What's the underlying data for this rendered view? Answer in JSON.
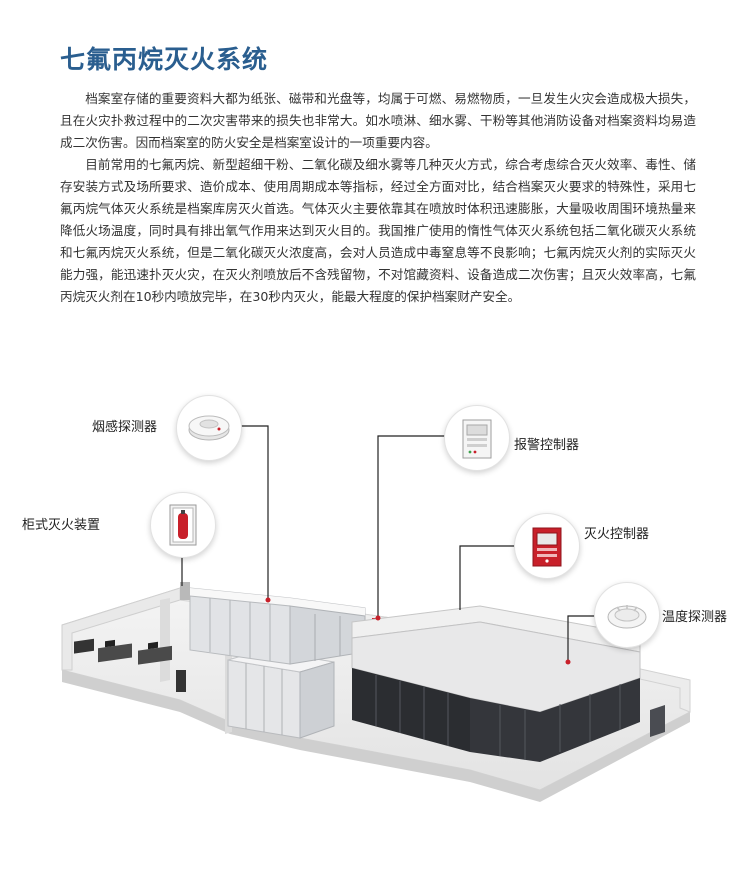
{
  "page": {
    "title": "七氟丙烷灭火系统",
    "paragraphs": [
      "档案室存储的重要资料大都为纸张、磁带和光盘等，均属于可燃、易燃物质，一旦发生火灾会造成极大损失，且在火灾扑救过程中的二次灾害带来的损失也非常大。如水喷淋、细水雾、干粉等其他消防设备对档案资料均易造成二次伤害。因而档案室的防火安全是档案室设计的一项重要内容。",
      "目前常用的七氟丙烷、新型超细干粉、二氧化碳及细水雾等几种灭火方式，综合考虑综合灭火效率、毒性、储存安装方式及场所要求、造价成本、使用周期成本等指标，经过全方面对比，结合档案灭火要求的特殊性，采用七氟丙烷气体灭火系统是档案库房灭火首选。气体灭火主要依靠其在喷放时体积迅速膨胀，大量吸收周围环境热量来降低火场温度，同时具有排出氧气作用来达到灭火目的。我国推广使用的惰性气体灭火系统包括二氧化碳灭火系统和七氟丙烷灭火系统，但是二氧化碳灭火浓度高，会对人员造成中毒窒息等不良影响；七氟丙烷灭火剂的实际灭火能力强，能迅速扑灭火灾，在灭火剂喷放后不含残留物，不对馆藏资料、设备造成二次伤害；且灭火效率高，七氟丙烷灭火剂在10秒内喷放完毕，在30秒内灭火，能最大程度的保护档案财产安全。"
    ]
  },
  "diagram": {
    "labels": {
      "smoke_detector": "烟感探测器",
      "cabinet_extinguisher": "柜式灭火装置",
      "alarm_controller": "报警控制器",
      "fire_controller": "灭火控制器",
      "temperature_detector": "温度探测器"
    },
    "colors": {
      "line": "#222222",
      "red": "#c8202a",
      "cabinet_light": "#e9eaec",
      "cabinet_dark": "#2b2d31"
    }
  }
}
